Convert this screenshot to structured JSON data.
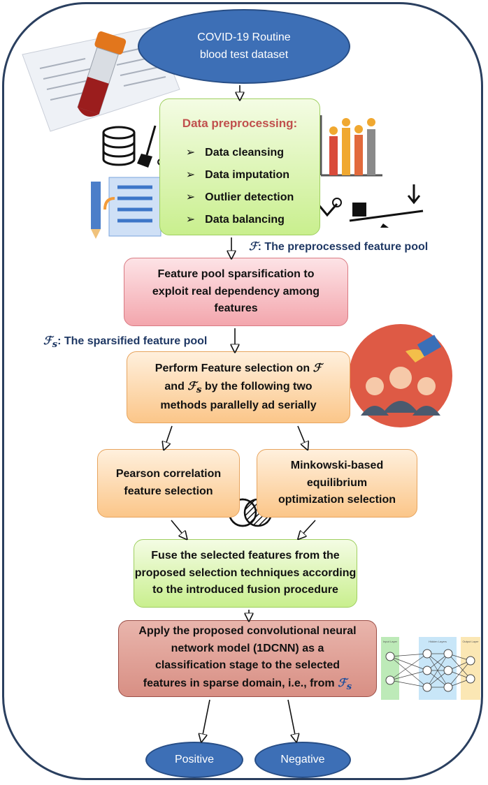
{
  "nodes": {
    "dataset": "COVID-19 Routine\nblood test dataset",
    "preprocessing_title": "Data preprocessing:",
    "preprocessing_steps": [
      "Data cleansing",
      "Data imputation",
      "Outlier detection",
      "Data balancing"
    ],
    "sparsification": "Feature pool sparsification to\nexploit real dependency among\nfeatures",
    "fs_line1_text": "Perform Feature selection on ",
    "fs_line2_mid": " by the following two",
    "fs_line3": "methods parallelly ad serially",
    "pearson": "Pearson correlation\nfeature selection",
    "minkowski": "Minkowski-based\nequilibrium\noptimization selection",
    "fuse": "Fuse the selected features from the\nproposed selection techniques according\nto the introduced fusion procedure",
    "cnn_text": "Apply the proposed convolutional neural\nnetwork model (1DCNN) as a\nclassification stage to the selected\nfeatures in sparse domain, i.e., from ",
    "positive": "Positive",
    "negative": "Negative"
  },
  "labels": {
    "pool_symbol": "ℱ",
    "pool_caption": ": The preprocessed feature pool",
    "sparse_symbol": "ℱ",
    "sparse_sub": "s",
    "sparse_caption": ": The sparsified feature pool",
    "and": "and "
  },
  "nn_layers": [
    "Input Layer",
    "Hidden Layers",
    "Output Layer"
  ],
  "colors": {
    "ellipse": "#3d6fb6",
    "caption": "#1f3864",
    "accent_red": "#c0504d"
  }
}
